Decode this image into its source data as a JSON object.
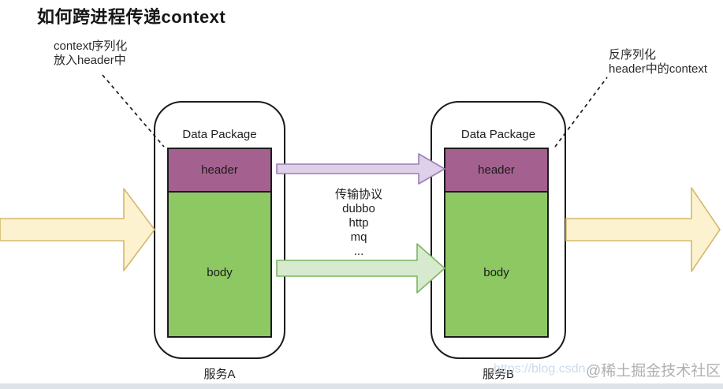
{
  "title": "如何跨进程传递context",
  "annotations": {
    "left": {
      "line1": "context序列化",
      "line2": "放入header中"
    },
    "right": {
      "line1": "反序列化",
      "line2": "header中的context"
    }
  },
  "package_a": {
    "title": "Data Package",
    "header": "header",
    "body": "body",
    "label": "服务A"
  },
  "package_b": {
    "title": "Data Package",
    "header": "header",
    "body": "body",
    "label": "服务B"
  },
  "transport": {
    "lines": [
      "传输协议",
      "dubbo",
      "http",
      "mq",
      "..."
    ]
  },
  "watermark": {
    "url": "https://blog.csdn",
    "community": "@稀土掘金技术社区"
  },
  "colors": {
    "outline": "#1b1b1b",
    "header_fill": "#a4618f",
    "body_fill": "#8dc863",
    "flow_arrow_fill": "#fdf2cf",
    "flow_arrow_stroke": "#d4b96a",
    "header_arrow_fill": "#ddd0e8",
    "header_arrow_stroke": "#9b7fb6",
    "body_arrow_fill": "#d7eacf",
    "body_arrow_stroke": "#7cb661",
    "connector": "#1b1b1b"
  }
}
